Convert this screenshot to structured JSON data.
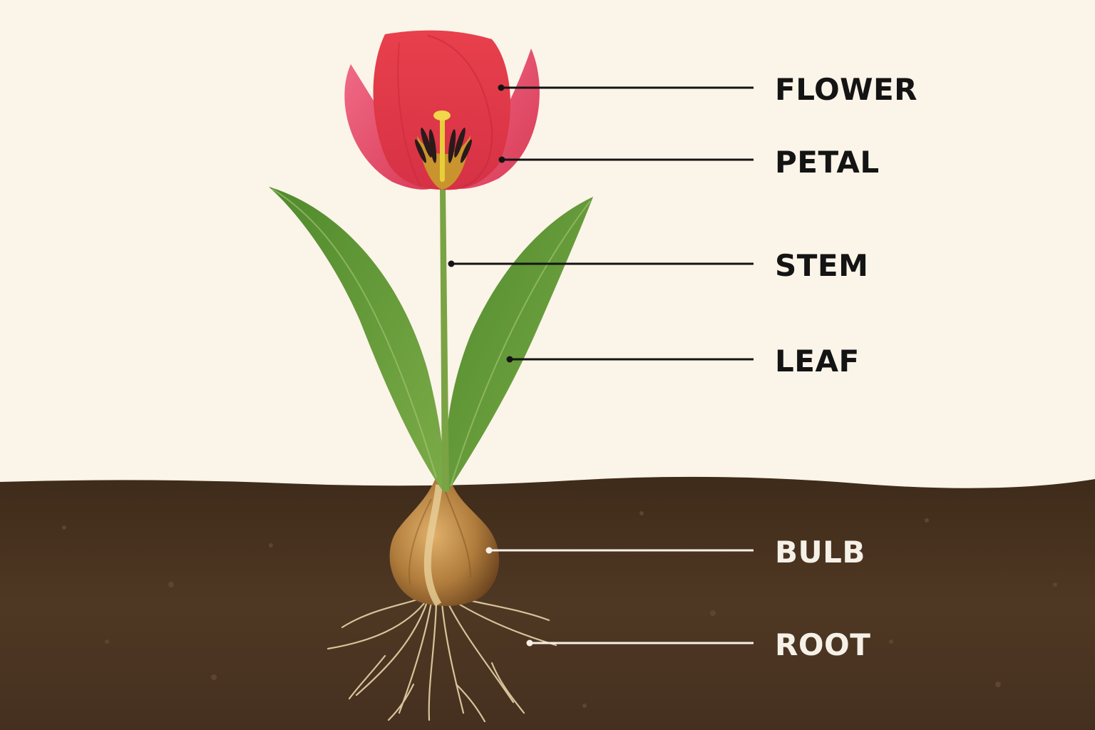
{
  "labels": {
    "flower": "FLOWER",
    "petal": "PETAL",
    "stem": "STEM",
    "leaf": "LEAF",
    "bulb": "BULB",
    "root": "ROOT"
  },
  "colors": {
    "background": "#fbf4e8",
    "soil": "#4a3522",
    "petal": "#e0424f",
    "petal_light": "#f06a86",
    "stem": "#7aa344",
    "leaf": "#5f9436",
    "bulb": "#b07c3c",
    "root": "#d8c39a",
    "label_dark": "#141414",
    "label_light": "#f6f1e8"
  }
}
